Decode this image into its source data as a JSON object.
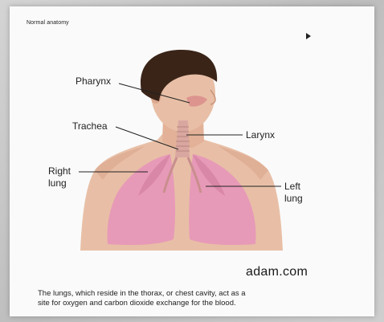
{
  "header": {
    "title": "Normal anatomy"
  },
  "icons": {
    "play": "play-icon"
  },
  "labels": {
    "pharynx": "Pharynx",
    "trachea": "Trachea",
    "larynx": "Larynx",
    "right_lung_1": "Right",
    "right_lung_2": "lung",
    "left_lung_1": "Left",
    "left_lung_2": "lung"
  },
  "brand": "adam.com",
  "caption": {
    "line1": "The lungs, which reside in the thorax, or chest cavity, act as a",
    "line2": "site for oxygen and carbon dioxide exchange for the blood."
  },
  "colors": {
    "skin": "#e8bfa6",
    "skin_shade": "#d8a58c",
    "hair": "#3a2418",
    "lung": "#e79ab7",
    "lung_dark": "#c97496",
    "trachea": "#d9a7a0"
  }
}
